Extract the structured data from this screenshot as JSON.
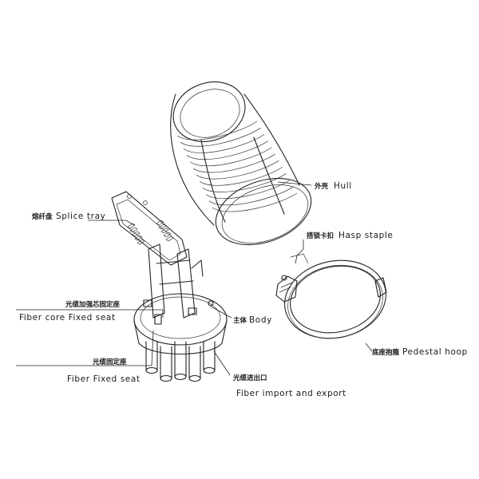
{
  "labels": {
    "hull": {
      "zh": "外壳",
      "en": "Hull"
    },
    "splice_tray": {
      "zh": "熔纤盘",
      "en": "Splice tray"
    },
    "hasp_staple": {
      "zh": "搭锁卡扣",
      "en": "Hasp staple"
    },
    "fiber_core_fixed_seat": {
      "zh": "光缆加强芯固定座",
      "en": "Fiber  core  Fixed seat"
    },
    "body": {
      "zh": "主体",
      "en": "Body"
    },
    "pedestal_hoop": {
      "zh": "底座抱箍",
      "en": "Pedestal  hoop"
    },
    "fiber_fixed_seat": {
      "zh": "光缆固定座",
      "en": "Fiber Fixed seat"
    },
    "fiber_import_export": {
      "zh": "光缆进出口",
      "en": "Fiber import and export"
    }
  }
}
